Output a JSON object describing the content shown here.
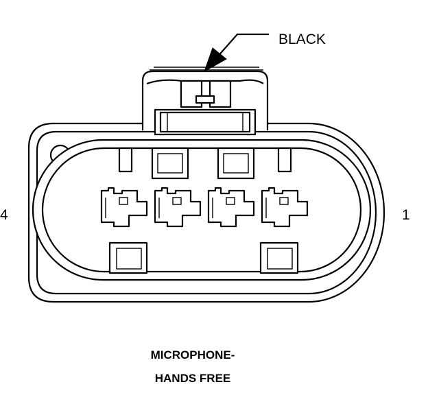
{
  "diagram": {
    "color_label": "BLACK",
    "pin_left": "4",
    "pin_right": "1",
    "caption_line1": "MICROPHONE-",
    "caption_line2": "HANDS FREE",
    "line_color": "#000000",
    "background": "#ffffff",
    "cavity_count": 4
  }
}
